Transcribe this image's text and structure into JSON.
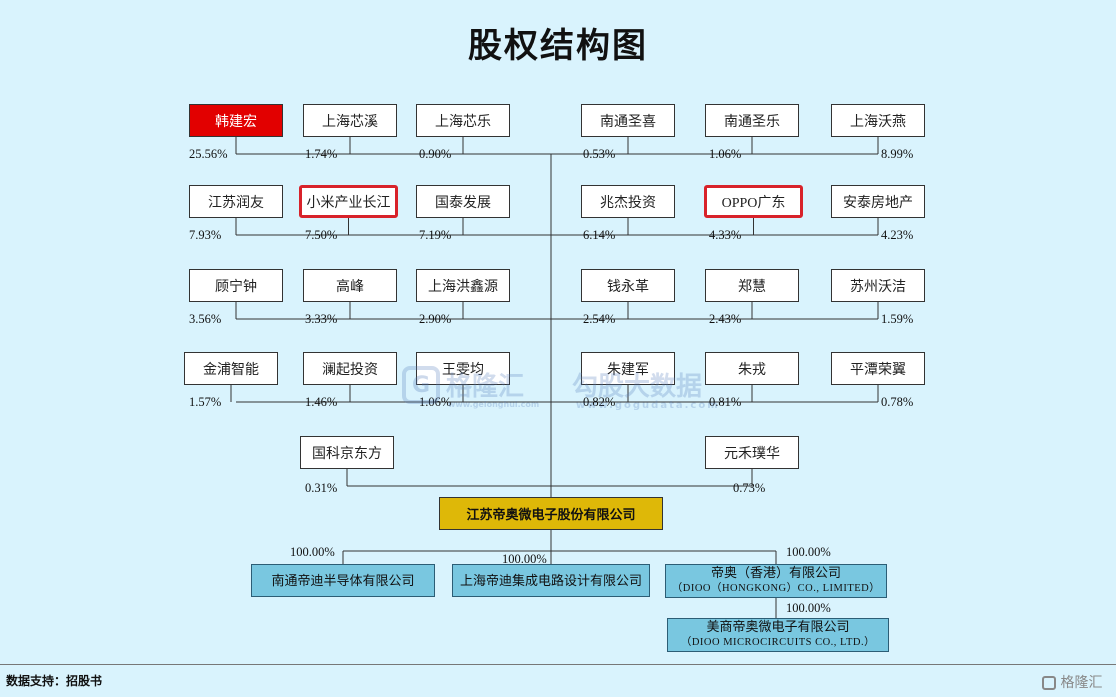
{
  "title": "股权结构图",
  "shareholders": [
    {
      "name": "韩建宏",
      "pct": "25.56%"
    },
    {
      "name": "上海芯溪",
      "pct": "1.74%"
    },
    {
      "name": "上海芯乐",
      "pct": "0.90%"
    },
    {
      "name": "南通圣喜",
      "pct": "0.53%"
    },
    {
      "name": "南通圣乐",
      "pct": "1.06%"
    },
    {
      "name": "上海沃燕",
      "pct": "8.99%"
    },
    {
      "name": "江苏润友",
      "pct": "7.93%"
    },
    {
      "name": "小米产业长江",
      "pct": "7.50%"
    },
    {
      "name": "国泰发展",
      "pct": "7.19%"
    },
    {
      "name": "兆杰投资",
      "pct": "6.14%"
    },
    {
      "name": "OPPO广东",
      "pct": "4.33%"
    },
    {
      "name": "安泰房地产",
      "pct": "4.23%"
    },
    {
      "name": "顾宁钟",
      "pct": "3.56%"
    },
    {
      "name": "高峰",
      "pct": "3.33%"
    },
    {
      "name": "上海洪鑫源",
      "pct": "2.90%"
    },
    {
      "name": "钱永革",
      "pct": "2.54%"
    },
    {
      "name": "郑慧",
      "pct": "2.43%"
    },
    {
      "name": "苏州沃洁",
      "pct": "1.59%"
    },
    {
      "name": "金浦智能",
      "pct": "1.57%"
    },
    {
      "name": "澜起投资",
      "pct": "1.46%"
    },
    {
      "name": "王雯均",
      "pct": "1.06%"
    },
    {
      "name": "朱建军",
      "pct": "0.82%"
    },
    {
      "name": "朱戎",
      "pct": "0.81%"
    },
    {
      "name": "平潭荣翼",
      "pct": "0.78%"
    },
    {
      "name": "国科京东方",
      "pct": "0.31%"
    },
    {
      "name": "元禾璞华",
      "pct": "0.73%"
    }
  ],
  "company": "江苏帝奥微电子股份有限公司",
  "subsidiaries": [
    {
      "name": "南通帝迪半导体有限公司",
      "pct": "100.00%"
    },
    {
      "name": "上海帝迪集成电路设计有限公司",
      "pct": "100.00%"
    },
    {
      "name": "帝奥（香港）有限公司",
      "name_en": "（DIOO（HONGKONG）CO., LIMITED）",
      "pct": "100.00%"
    },
    {
      "name": "美商帝奥微电子有限公司",
      "name_en": "（DIOO MICROCIRCUITS CO., LTD.）",
      "pct": "100.00%"
    }
  ],
  "source": "数据支持：招股书",
  "watermarks": {
    "brand_cn": "格隆汇",
    "brand_url": "www.gelonghui.com",
    "data_cn": "勾股大数据",
    "data_url": "www.gogudata.com",
    "corner": "格隆汇"
  },
  "colors": {
    "background": "#d9f3fd",
    "founder_box": "#e20000",
    "highlight_border": "#d8222a",
    "company_box": "#deb808",
    "subsidiary_box": "#79c7e0"
  }
}
